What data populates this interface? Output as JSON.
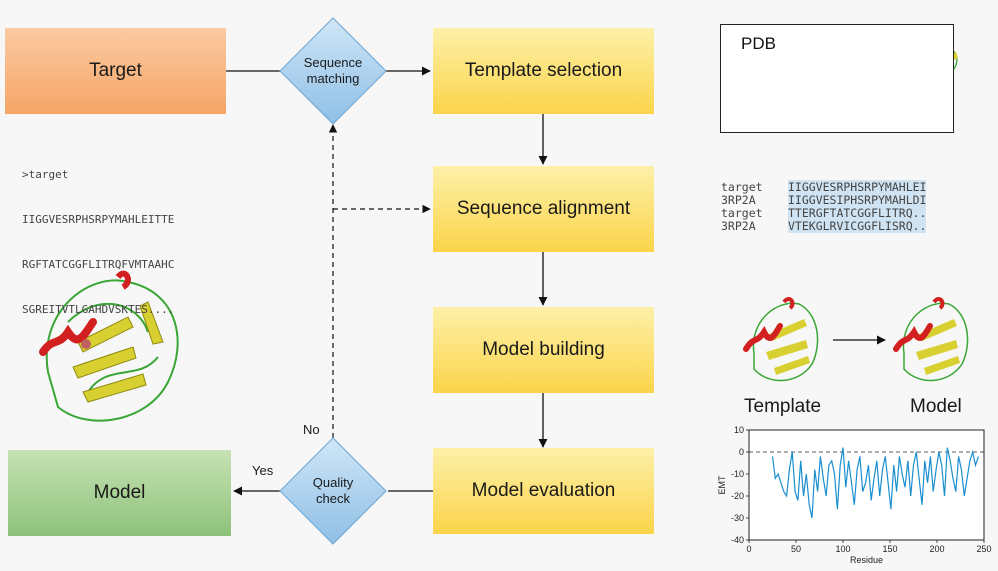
{
  "nodes": {
    "target": "Target",
    "sequence_matching": [
      "Sequence",
      "matching"
    ],
    "template_selection": "Template selection",
    "sequence_alignment": "Sequence alignment",
    "model_building": "Model building",
    "model_evaluation": "Model evaluation",
    "quality_check": [
      "Quality",
      "check"
    ],
    "model": "Model"
  },
  "edges": {
    "yes": "Yes",
    "no": "No"
  },
  "target_sequence": [
    ">target",
    "IIGGVESRPHSRPYMAHLEITTE",
    "RGFTATCGGFLITRQFVMTAAHC",
    "SGREITVTLGAHDVSKTES...."
  ],
  "pdb_label": "PDB",
  "alignment": [
    {
      "name": "target",
      "seq": "IIGGVESRPHSRPYMAHLEI"
    },
    {
      "name": "3RP2A",
      "seq": "IIGGVESIPHSRPYMAHLDI"
    },
    {
      "name": "target",
      "seq": "TTERGFTATCGGFLITRQ.."
    },
    {
      "name": "3RP2A",
      "seq": "VTEKGLRVICGGFLISRQ.."
    }
  ],
  "captions": {
    "template": "Template",
    "model": "Model"
  },
  "colors": {
    "target_box": "#f6a566",
    "process_box": "#fbd44a",
    "model_box": "#8dc27a",
    "diamond": "#9cc8ea",
    "alignment_highlight": "#cfe3f2",
    "emt_line": "#1a8fd0"
  },
  "chart_data": {
    "type": "line",
    "title": "",
    "xlabel": "Residue",
    "ylabel": "EMT",
    "xlim": [
      0,
      250
    ],
    "ylim": [
      -40,
      10
    ],
    "xticks": [
      0,
      50,
      100,
      150,
      200,
      250
    ],
    "yticks": [
      10,
      0,
      -10,
      -20,
      -30,
      -40
    ],
    "reference_line": 0,
    "series": [
      {
        "x": [
          25,
          28,
          31,
          34,
          37,
          40,
          43,
          46,
          49,
          52,
          55,
          58,
          61,
          64,
          67,
          70,
          73,
          76,
          79,
          82,
          85,
          88,
          91,
          94,
          97,
          100,
          103,
          106,
          109,
          112,
          115,
          118,
          121,
          124,
          127,
          130,
          133,
          136,
          139,
          142,
          145,
          148,
          151,
          154,
          157,
          160,
          163,
          166,
          169,
          172,
          175,
          178,
          181,
          184,
          187,
          190,
          193,
          196,
          199,
          202,
          205,
          208,
          211,
          214,
          217,
          220,
          223,
          226,
          229,
          232,
          235,
          238,
          241,
          244
        ],
        "y": [
          -2,
          -12,
          -10,
          -14,
          -18,
          -20,
          -8,
          0,
          -18,
          -22,
          -4,
          -20,
          -10,
          -24,
          -30,
          -8,
          -18,
          -2,
          -12,
          -20,
          -6,
          -4,
          -10,
          -26,
          -6,
          2,
          -16,
          -4,
          -14,
          -24,
          -8,
          -2,
          -18,
          -14,
          -6,
          -22,
          -12,
          -4,
          -20,
          -8,
          -2,
          -14,
          -26,
          -6,
          -18,
          -2,
          -10,
          -16,
          -4,
          -20,
          -6,
          0,
          -12,
          -24,
          -4,
          -14,
          -2,
          -18,
          -8,
          0,
          -6,
          -20,
          2,
          -4,
          -12,
          -18,
          -2,
          -8,
          -20,
          -12,
          -4,
          0,
          -6,
          -2
        ]
      }
    ]
  }
}
